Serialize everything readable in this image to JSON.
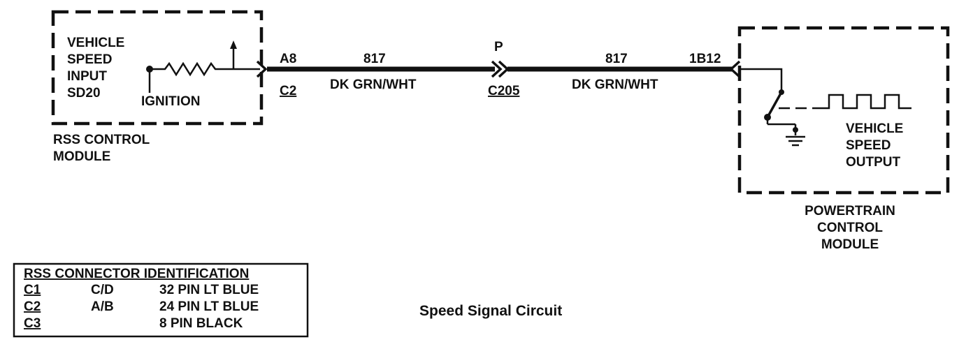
{
  "rss_module": {
    "input_lines": [
      "VEHICLE",
      "SPEED",
      "INPUT",
      "SD20"
    ],
    "ignition_label": "IGNITION",
    "module_name_lines": [
      "RSS CONTROL",
      "MODULE"
    ]
  },
  "connector_c2": {
    "pin": "A8",
    "name": "C2"
  },
  "wire_left": {
    "circuit": "817",
    "color": "DK GRN/WHT"
  },
  "splice_c205": {
    "pin": "P",
    "name": "C205"
  },
  "wire_right": {
    "circuit": "817",
    "color": "DK GRN/WHT"
  },
  "pcm_connector": {
    "pin": "1B12"
  },
  "pcm_module": {
    "output_lines": [
      "VEHICLE",
      "SPEED",
      "OUTPUT"
    ],
    "module_name_lines": [
      "POWERTRAIN",
      "CONTROL",
      "MODULE"
    ]
  },
  "connector_table": {
    "title": "RSS CONNECTOR IDENTIFICATION",
    "rows": [
      {
        "id": "C1",
        "halves": "C/D",
        "desc": "32 PIN LT BLUE"
      },
      {
        "id": "C2",
        "halves": "A/B",
        "desc": "24 PIN LT BLUE"
      },
      {
        "id": "C3",
        "halves": "",
        "desc": "8 PIN BLACK"
      }
    ]
  },
  "caption": "Speed Signal Circuit"
}
